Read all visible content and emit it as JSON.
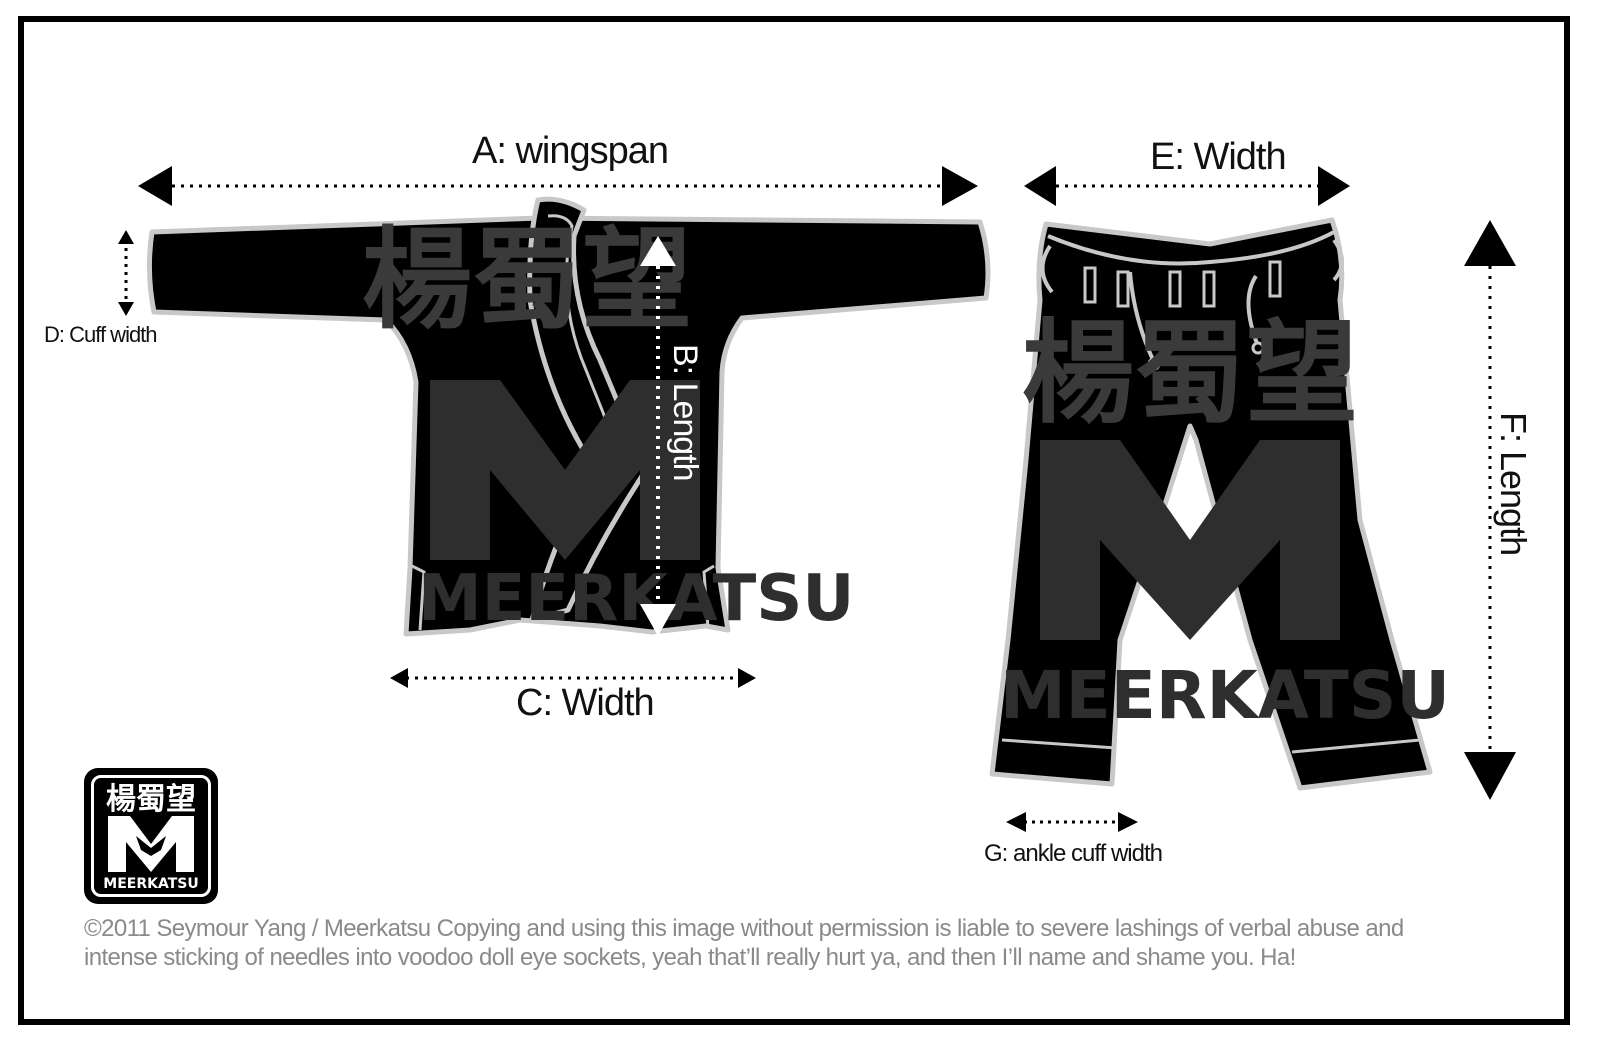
{
  "labels": {
    "wingspan": "A: wingspan",
    "length_jacket": "B: Length",
    "width_jacket": "C: Width",
    "cuff_width": "D: Cuff width",
    "width_pants": "E: Width",
    "length_pants": "F: Length",
    "ankle_cuff": "G: ankle cuff width"
  },
  "copyright": {
    "line1": "©2011 Seymour Yang / Meerkatsu  Copying and using this image without permission is liable to severe lashings of verbal abuse and",
    "line2": "intense sticking of needles into voodoo doll eye sockets, yeah that’ll really hurt ya, and then I’ll name and shame you. Ha!"
  },
  "logo": {
    "chinese": "楊蜀望",
    "word": "MEERKATSU"
  },
  "colors": {
    "garment": "#000000",
    "outline": "#bfbfbf",
    "watermark": "#3a3a3a",
    "copyright_text": "#8a8a8a"
  }
}
